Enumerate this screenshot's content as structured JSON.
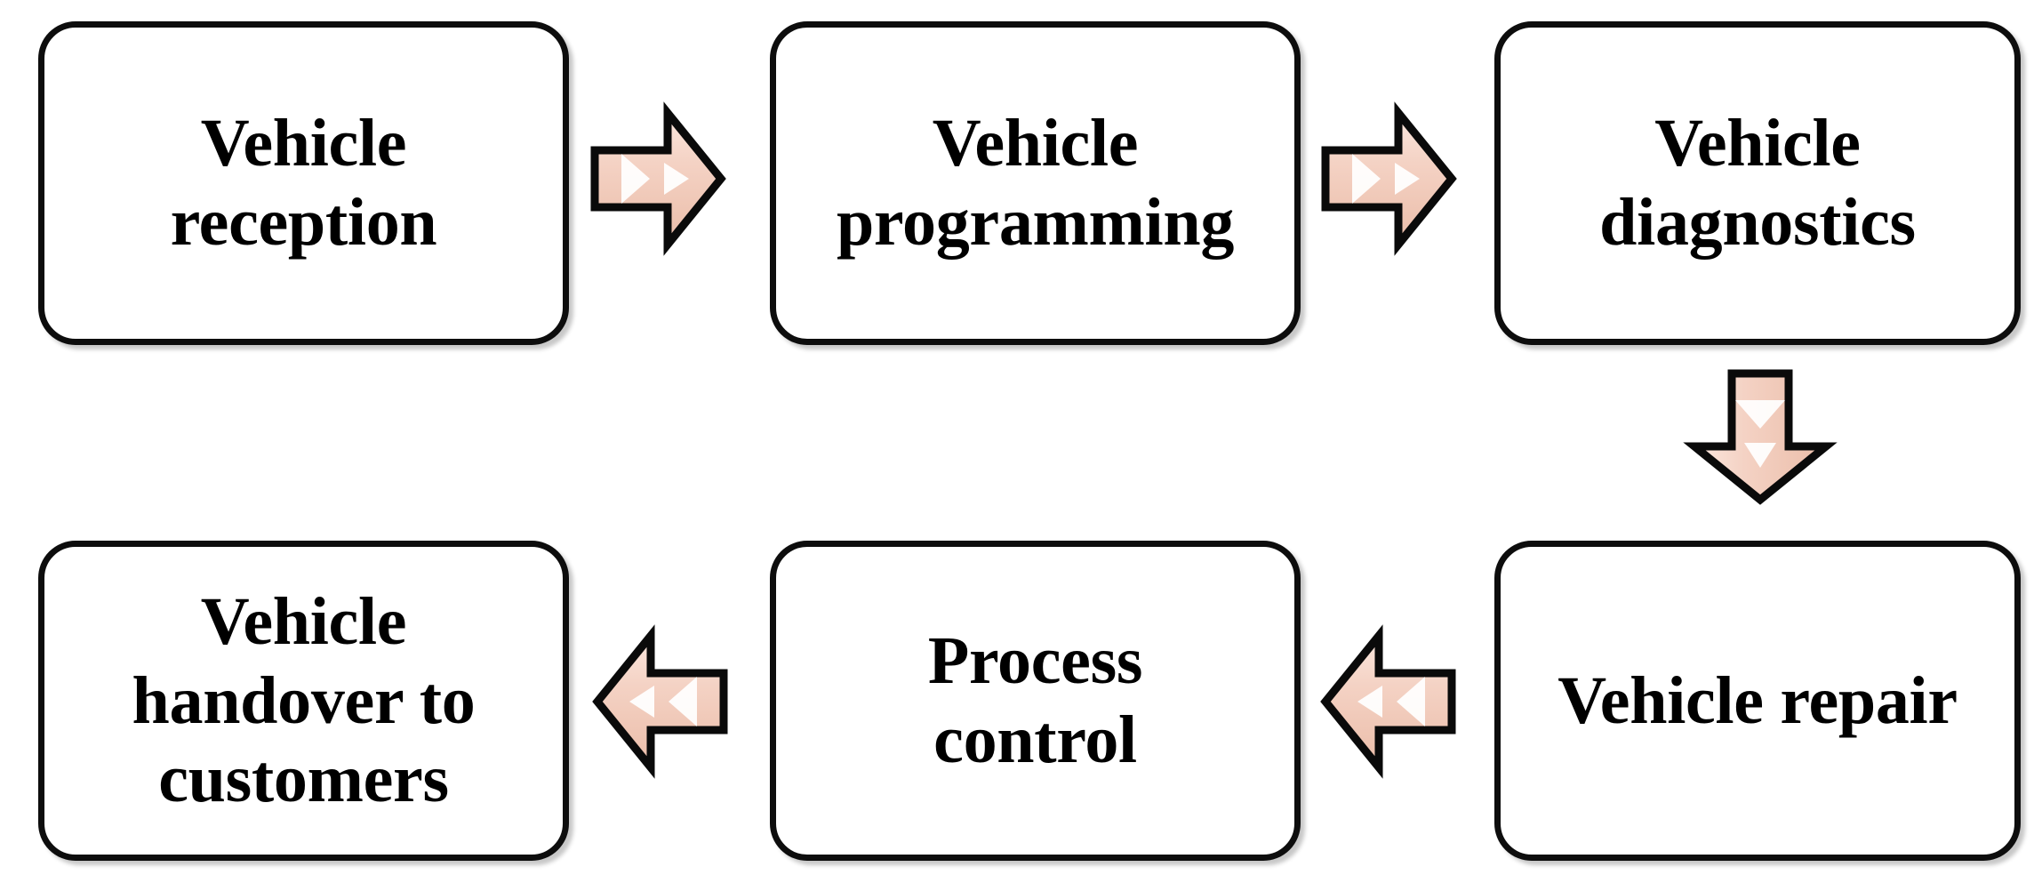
{
  "diagram": {
    "type": "process-flowchart",
    "orientation": "snake-two-rows",
    "background_color": "#ffffff",
    "node_style": {
      "fill": "#ffffff",
      "border_color": "#000000",
      "text_color": "#000000",
      "shape": "rounded-rectangle"
    },
    "arrow_style": {
      "fill_light": "#fbe6dd",
      "fill_mid": "#f3cec0",
      "fill_dark": "#eebfae",
      "highlight": "#ffffff",
      "outline": "#000000",
      "shape": "block-arrow"
    },
    "nodes": [
      {
        "id": "reception",
        "label": "Vehicle\nreception",
        "row": 1,
        "col": 1
      },
      {
        "id": "programming",
        "label": "Vehicle\nprogramming",
        "row": 1,
        "col": 2
      },
      {
        "id": "diagnostics",
        "label": "Vehicle\ndiagnostics",
        "row": 1,
        "col": 3
      },
      {
        "id": "repair",
        "label": "Vehicle repair",
        "row": 2,
        "col": 3
      },
      {
        "id": "process",
        "label": "Process\ncontrol",
        "row": 2,
        "col": 2
      },
      {
        "id": "handover",
        "label": "Vehicle\nhandover to\ncustomers",
        "row": 2,
        "col": 1
      }
    ],
    "arrows": [
      {
        "id": "reception-programming",
        "from": "reception",
        "to": "programming",
        "direction": "right"
      },
      {
        "id": "programming-diagnostics",
        "from": "programming",
        "to": "diagnostics",
        "direction": "right"
      },
      {
        "id": "diagnostics-repair",
        "from": "diagnostics",
        "to": "repair",
        "direction": "down"
      },
      {
        "id": "repair-process",
        "from": "repair",
        "to": "process",
        "direction": "left"
      },
      {
        "id": "process-handover",
        "from": "process",
        "to": "handover",
        "direction": "left"
      }
    ]
  }
}
